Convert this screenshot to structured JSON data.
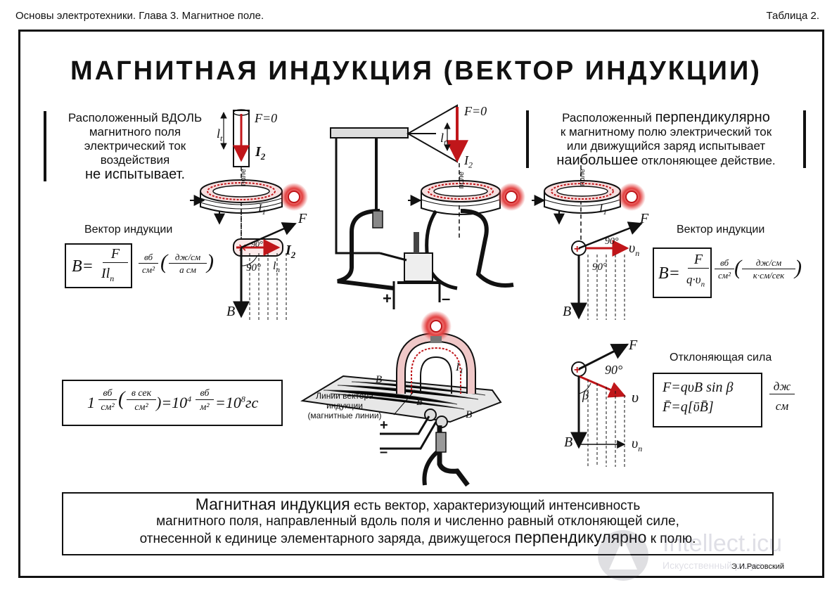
{
  "header": {
    "left": "Основы электротехники. Глава 3. Магнитное поле.",
    "right": "Таблица 2."
  },
  "title": "МАГНИТНАЯ ИНДУКЦИЯ (ВЕКТОР ИНДУКЦИИ)",
  "note_left": {
    "line1": "Расположенный ВДОЛЬ",
    "line2": "магнитного поля",
    "line3": "электрический ток",
    "line4": "воздействия",
    "line5": "не испытывает."
  },
  "note_right": {
    "line1a": "Расположенный ",
    "line1b": "перпендикулярно",
    "line2": "к магнитному полю электрический ток",
    "line3": "или движущийся заряд испытывает",
    "line4a": "наибольшее",
    "line4b": " отклоняющее действие."
  },
  "left_diagram": {
    "f_zero": "F=0",
    "lt": "l",
    "lt_sub": "t",
    "i2": "I",
    "i2_sub": "2",
    "pole": "поле",
    "i1": "I",
    "i1_sub": "1",
    "f": "F",
    "deg90a": "90°",
    "deg90b": "90°",
    "ln": "l",
    "ln_sub": "n",
    "i2b": "I",
    "i2b_sub": "2",
    "b": "B"
  },
  "left_formula": {
    "caption": "Вектор индукции",
    "b_eq": "B=",
    "num": "F",
    "den": "Il",
    "den_sub": "n",
    "unit_num": "вб",
    "unit_den": "см²",
    "paren_num": "дж/см",
    "paren_den": "а см"
  },
  "center_top": {
    "f_zero": "F=0",
    "lt": "l",
    "lt_sub": "t",
    "i2": "I",
    "i2_sub": "2",
    "pole": "поле",
    "plus": "+",
    "minus": "–"
  },
  "right_diagram": {
    "pole": "поле",
    "i1": "I",
    "i1_sub": "1",
    "f": "F",
    "deg90a": "90°",
    "deg90b": "90°",
    "v": "υ",
    "v_sub": "n",
    "b": "B"
  },
  "right_formula": {
    "caption": "Вектор индукции",
    "b_eq": "B=",
    "num": "F",
    "den": "q·υ",
    "den_sub": "n",
    "unit_num": "вб",
    "unit_den": "см²",
    "paren_num": "дж/см",
    "paren_den": "к·см/сек"
  },
  "force_diagram": {
    "f": "F",
    "deg90": "90°",
    "beta": "β",
    "v": "υ",
    "b": "B",
    "vn": "υ",
    "vn_sub": "n"
  },
  "force_formula": {
    "caption": "Отклоняющая сила",
    "line1": "F=qυB sin β",
    "line2": "F̄=q[ῡB̄]",
    "unit_num": "дж",
    "unit_den": "см"
  },
  "unit_box": {
    "one": "1",
    "wb": "вб",
    "cm2": "см²",
    "vsec": "в сек",
    "cm2b": "см²",
    "eq1": ")=10",
    "exp1": "4",
    "wb2": "вб",
    "m2": "м²",
    "eq2": "=10",
    "exp2": "8",
    "gs": "гс"
  },
  "center_bottom": {
    "caption1": "Линии вектора",
    "caption2": "индукции",
    "caption3": "(магнитные линии)",
    "b1": "B",
    "b2": "B",
    "b3": "B",
    "i1": "I",
    "i1_sub": "1",
    "plus": "+",
    "minus": "–"
  },
  "definition": {
    "lead": "Магнитная индукция",
    "line1": " есть вектор, характеризующий интенсивность",
    "line2": "магнитного поля, направленный вдоль поля и численно равный отклоняющей силе,",
    "line3a": "отнесенной к единице элементарного заряда, движущегося ",
    "line3b": "перпендикулярно",
    "line3c": " к полю."
  },
  "author": "Э.И.Расовский",
  "watermark": {
    "main": "Intellect.icu",
    "sub": "Искусственный разум"
  },
  "colors": {
    "ink": "#111111",
    "red": "#c0161a",
    "red_glow": "#e24040"
  }
}
